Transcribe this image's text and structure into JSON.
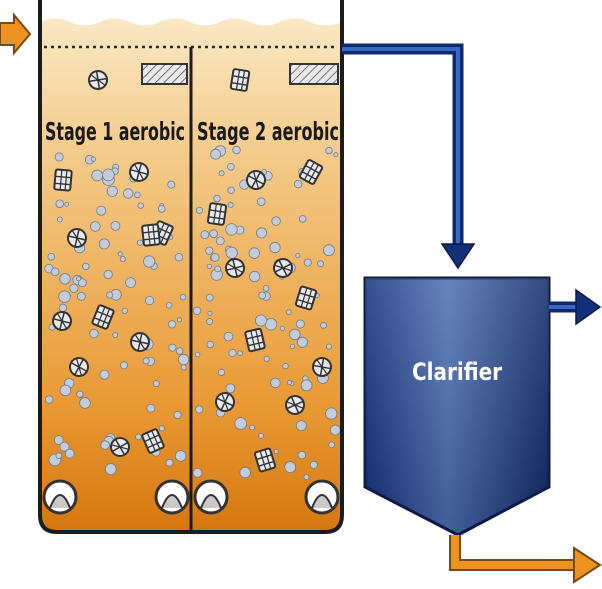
{
  "labels": {
    "stage1": "Stage 1 aerobic",
    "stage2": "Stage 2 aerobic",
    "clarifier": "Clarifier"
  },
  "colors": {
    "tank_top": "#f7dfb3",
    "tank_mid": "#eeb25a",
    "tank_bottom": "#d8780e",
    "wall": "#1c1c1c",
    "inflow_arrow": "#e88a18",
    "pipe": "#13306f",
    "clarifier_light": "#3b5fa6",
    "clarifier_dark": "#0e2566",
    "sludge_arrow": "#e88a18",
    "bubble": "#b9c2cf"
  }
}
